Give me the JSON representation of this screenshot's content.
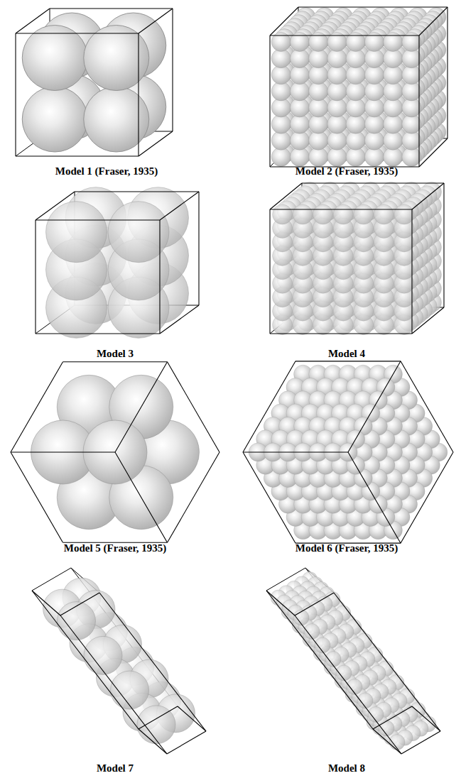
{
  "diagram": {
    "labels": [
      "Model 1 (Fraser, 1935)",
      "Model 2 (Fraser, 1935)",
      "Model 3",
      "Model 4",
      "Model 5 (Fraser, 1935)",
      "Model 6 (Fraser, 1935)",
      "Model 7",
      "Model 8"
    ]
  }
}
